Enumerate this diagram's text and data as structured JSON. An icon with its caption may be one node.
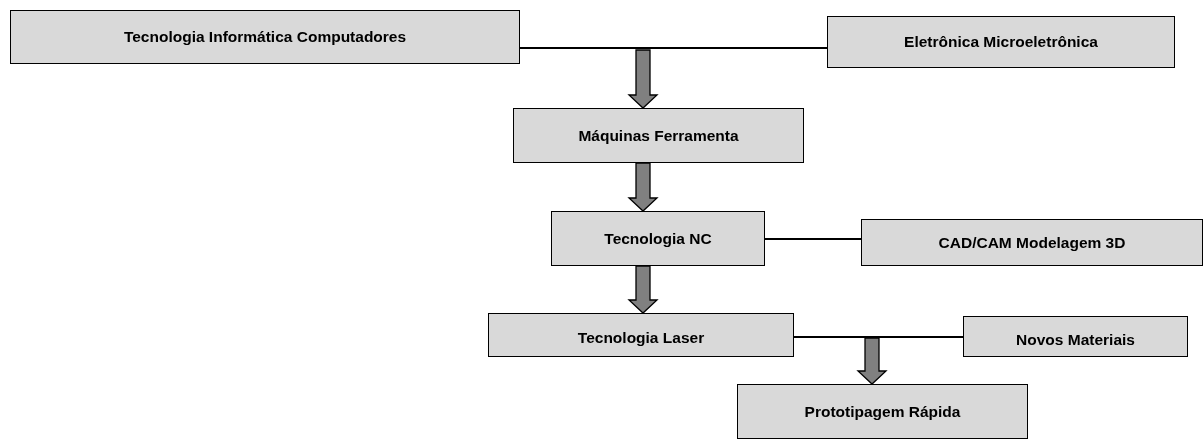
{
  "diagram": {
    "nodes": [
      {
        "text": [
          "Tecnologia Informática Computadores"
        ]
      },
      {
        "text": [
          "Eletrônica Microeletrônica"
        ]
      },
      {
        "text": [
          "Máquinas Ferramenta"
        ]
      },
      {
        "text": [
          "Tecnologia NC"
        ]
      },
      {
        "text": [
          "CAD/CAM Modelagem 3D"
        ]
      },
      {
        "text": [
          "Tecnologia Laser"
        ]
      },
      {
        "text": [
          "Novos Materiais"
        ]
      },
      {
        "text": [
          "Prototipagem Rápida"
        ]
      }
    ],
    "edges": [
      {
        "from": 0,
        "to": 1,
        "arrow": "none"
      },
      {
        "from": null,
        "to": 2,
        "arrow": "to",
        "style": "thick"
      },
      {
        "from": 2,
        "to": 3,
        "arrow": "to",
        "style": "thick"
      },
      {
        "from": 3,
        "to": 4,
        "arrow": "none"
      },
      {
        "from": 3,
        "to": 5,
        "arrow": "to",
        "style": "thick"
      },
      {
        "from": 5,
        "to": 6,
        "arrow": "none"
      },
      {
        "from": null,
        "to": 7,
        "arrow": "to",
        "style": "thick"
      }
    ]
  }
}
